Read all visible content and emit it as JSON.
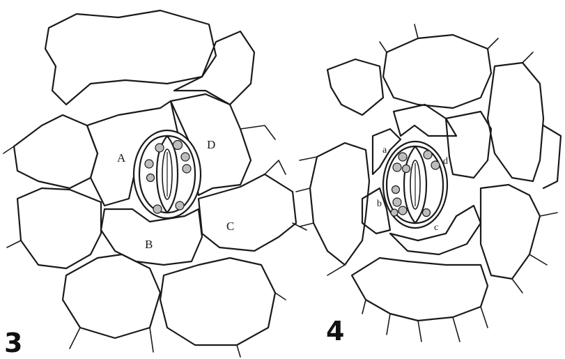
{
  "figures": [
    {
      "number": "3",
      "labels": {
        "A": "A",
        "B": "B",
        "C": "C",
        "D": "D"
      }
    },
    {
      "number": "4",
      "labels": {
        "a": "a",
        "b": "b",
        "c": "c",
        "d": "d"
      }
    }
  ]
}
